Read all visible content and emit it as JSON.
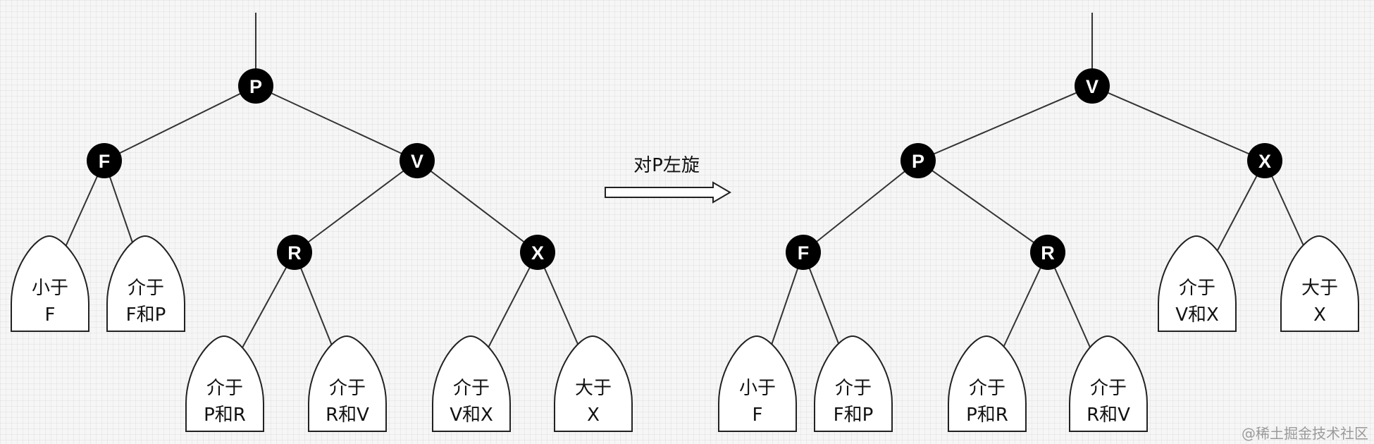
{
  "caption": "对P左旋",
  "watermark": "@稀土掘金技术社区",
  "before": {
    "nodes": {
      "p": "P",
      "f": "F",
      "v": "V",
      "r": "R",
      "x": "X"
    },
    "subtrees": {
      "lt_f": {
        "line1": "小于",
        "line2": "F"
      },
      "f_p": {
        "line1": "介于",
        "line2": "F和P"
      },
      "p_r": {
        "line1": "介于",
        "line2": "P和R"
      },
      "r_v": {
        "line1": "介于",
        "line2": "R和V"
      },
      "v_x": {
        "line1": "介于",
        "line2": "V和X"
      },
      "gt_x": {
        "line1": "大于",
        "line2": "X"
      }
    }
  },
  "after": {
    "nodes": {
      "v": "V",
      "p": "P",
      "x": "X",
      "f": "F",
      "r": "R"
    },
    "subtrees": {
      "v_x": {
        "line1": "介于",
        "line2": "V和X"
      },
      "gt_x": {
        "line1": "大于",
        "line2": "X"
      },
      "lt_f": {
        "line1": "小于",
        "line2": "F"
      },
      "f_p": {
        "line1": "介于",
        "line2": "F和P"
      },
      "p_r": {
        "line1": "介于",
        "line2": "P和R"
      },
      "r_v": {
        "line1": "介于",
        "line2": "R和V"
      }
    }
  }
}
